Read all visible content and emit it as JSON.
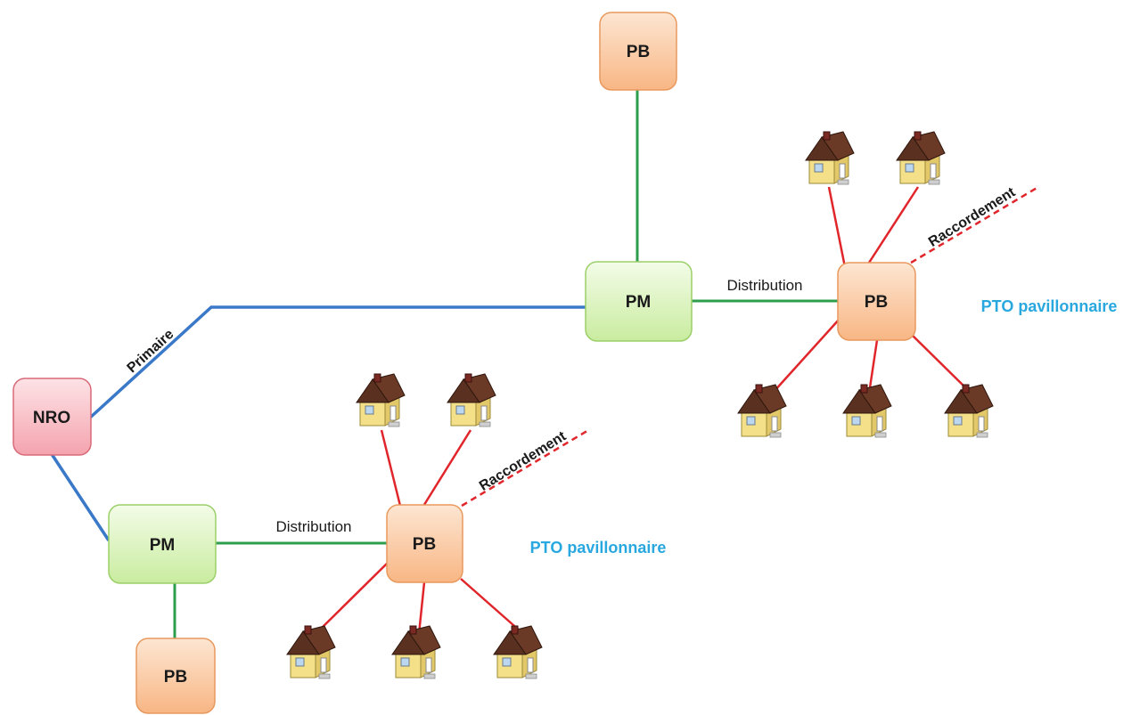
{
  "colors": {
    "primary_line": "#3a78c8",
    "distribution_line": "#2e9e4e",
    "raccordement_line": "#e0262b",
    "pto_text": "#29a8e0",
    "nro_fill": "#f7b4bd",
    "nro_stroke": "#d86a78",
    "pm_fill": "#dcf5bd",
    "pm_stroke": "#9bcf69",
    "pb_fill": "#fbc9a0",
    "pb_stroke": "#e8995e"
  },
  "nodes": {
    "nro": "NRO",
    "pm_top": "PM",
    "pm_bottom": "PM",
    "pb_top": "PB",
    "pb_right": "PB",
    "pb_center": "PB",
    "pb_bottom": "PB"
  },
  "labels": {
    "primaire": "Primaire",
    "distribution_top": "Distribution",
    "distribution_bottom": "Distribution",
    "raccordement_top": "Raccordement",
    "raccordement_bottom": "Raccordement",
    "pto_top": "PTO pavillonnaire",
    "pto_bottom": "PTO pavillonnaire"
  },
  "icons": {
    "house": "house-icon"
  }
}
